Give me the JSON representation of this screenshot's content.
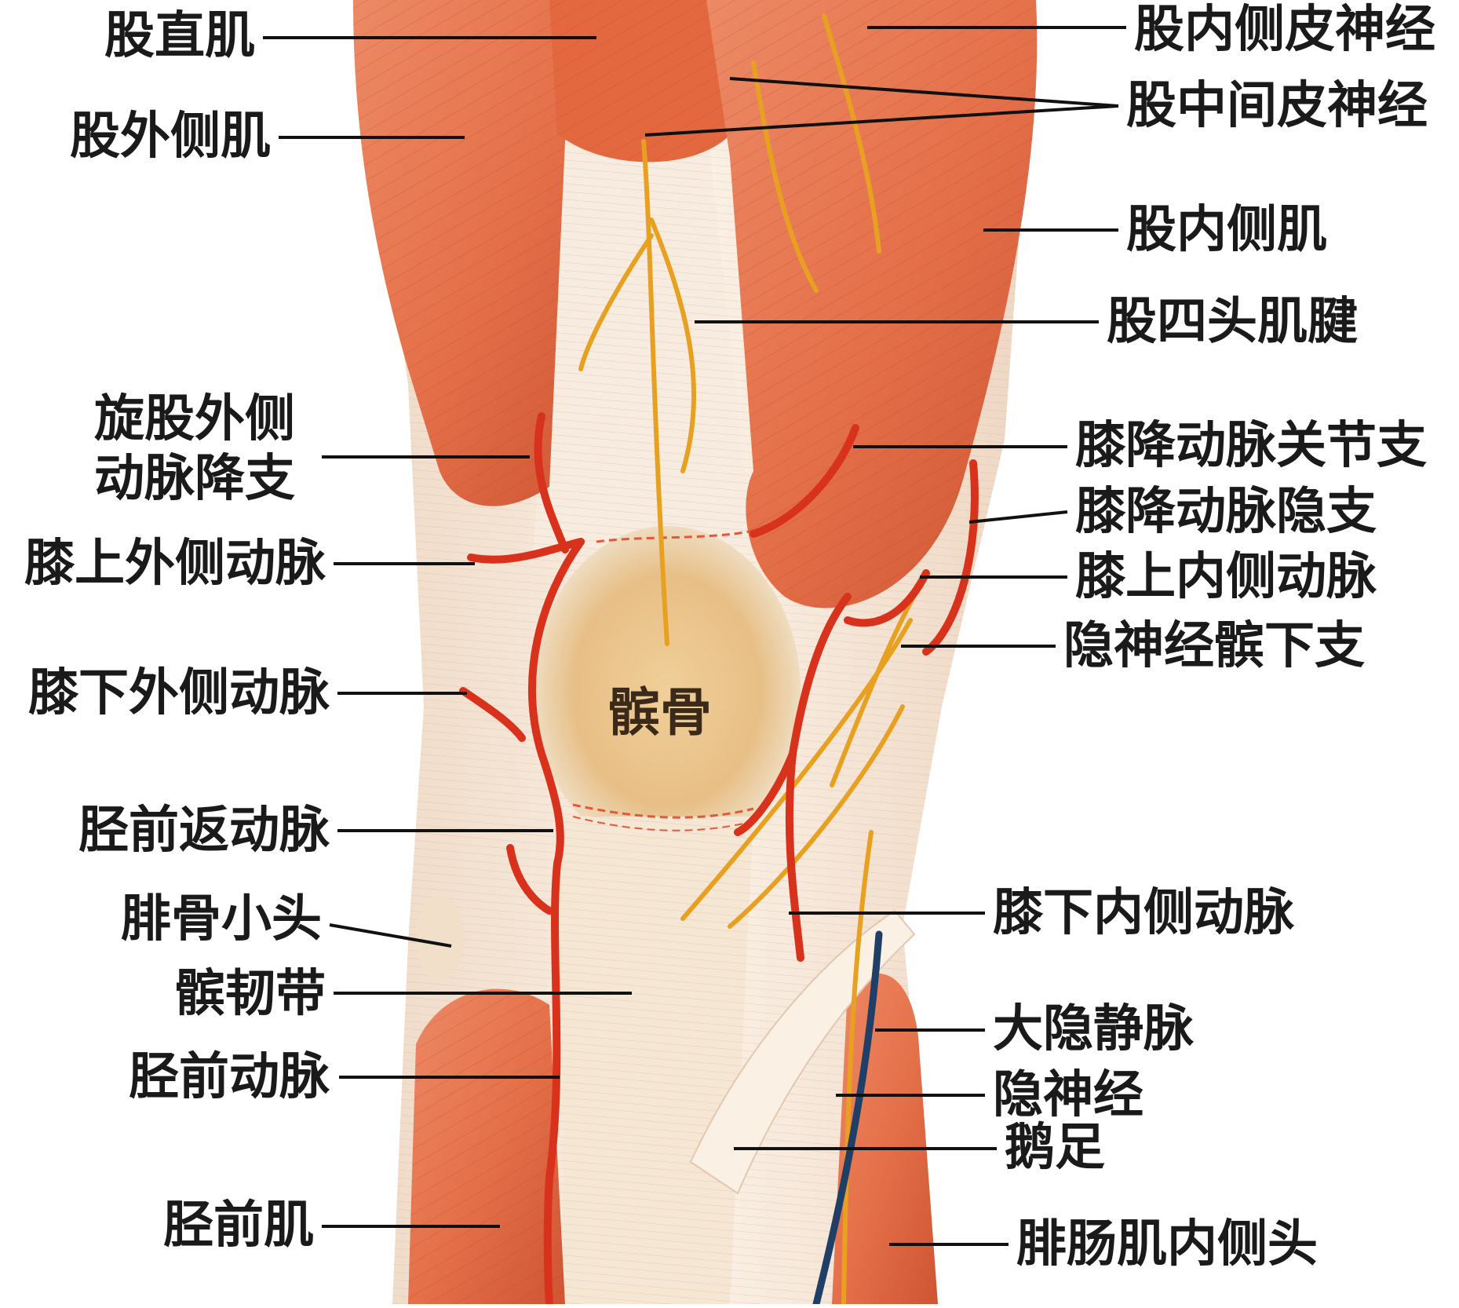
{
  "colors": {
    "muscle": "#e5714a",
    "muscle_dark": "#c94a2a",
    "tendon": "#f5e6d8",
    "artery": "#d8321c",
    "nerve": "#e8a020",
    "vein": "#1f3f66",
    "patella": "#e9c592",
    "leader_line": "#111111"
  },
  "labels_left": [
    {
      "id": "rectus-femoris",
      "text": "股直肌"
    },
    {
      "id": "vastus-lateralis",
      "text": "股外侧肌"
    },
    {
      "id": "lat-circ-femoral-desc",
      "text": "旋股外侧\n动脉降支"
    },
    {
      "id": "sup-lat-genicular-artery",
      "text": "膝上外侧动脉"
    },
    {
      "id": "inf-lat-genicular-artery",
      "text": "膝下外侧动脉"
    },
    {
      "id": "ant-tibial-recurrent-artery",
      "text": "胫前返动脉"
    },
    {
      "id": "fibular-head",
      "text": "腓骨小头"
    },
    {
      "id": "patellar-ligament",
      "text": "髌韧带"
    },
    {
      "id": "anterior-tibial-artery",
      "text": "胫前动脉"
    },
    {
      "id": "tibialis-anterior",
      "text": "胫前肌"
    }
  ],
  "labels_right": [
    {
      "id": "medial-femoral-cutaneous-nerve",
      "text": "股内侧皮神经"
    },
    {
      "id": "intermediate-femoral-cutaneous-nerve",
      "text": "股中间皮神经"
    },
    {
      "id": "vastus-medialis",
      "text": "股内侧肌"
    },
    {
      "id": "quadriceps-tendon",
      "text": "股四头肌腱"
    },
    {
      "id": "desc-genicular-articular",
      "text": "膝降动脉关节支"
    },
    {
      "id": "desc-genicular-saphenous",
      "text": "膝降动脉隐支"
    },
    {
      "id": "sup-med-genicular-artery",
      "text": "膝上内侧动脉"
    },
    {
      "id": "infrapatellar-saphenous",
      "text": "隐神经髌下支"
    },
    {
      "id": "inf-med-genicular-artery",
      "text": "膝下内侧动脉"
    },
    {
      "id": "great-saphenous-vein",
      "text": "大隐静脉"
    },
    {
      "id": "saphenous-nerve",
      "text": "隐神经"
    },
    {
      "id": "pes-anserinus",
      "text": "鹅足"
    },
    {
      "id": "gastrocnemius-medial-head",
      "text": "腓肠肌内侧头"
    }
  ],
  "center_label": {
    "id": "patella",
    "text": "髌骨"
  }
}
